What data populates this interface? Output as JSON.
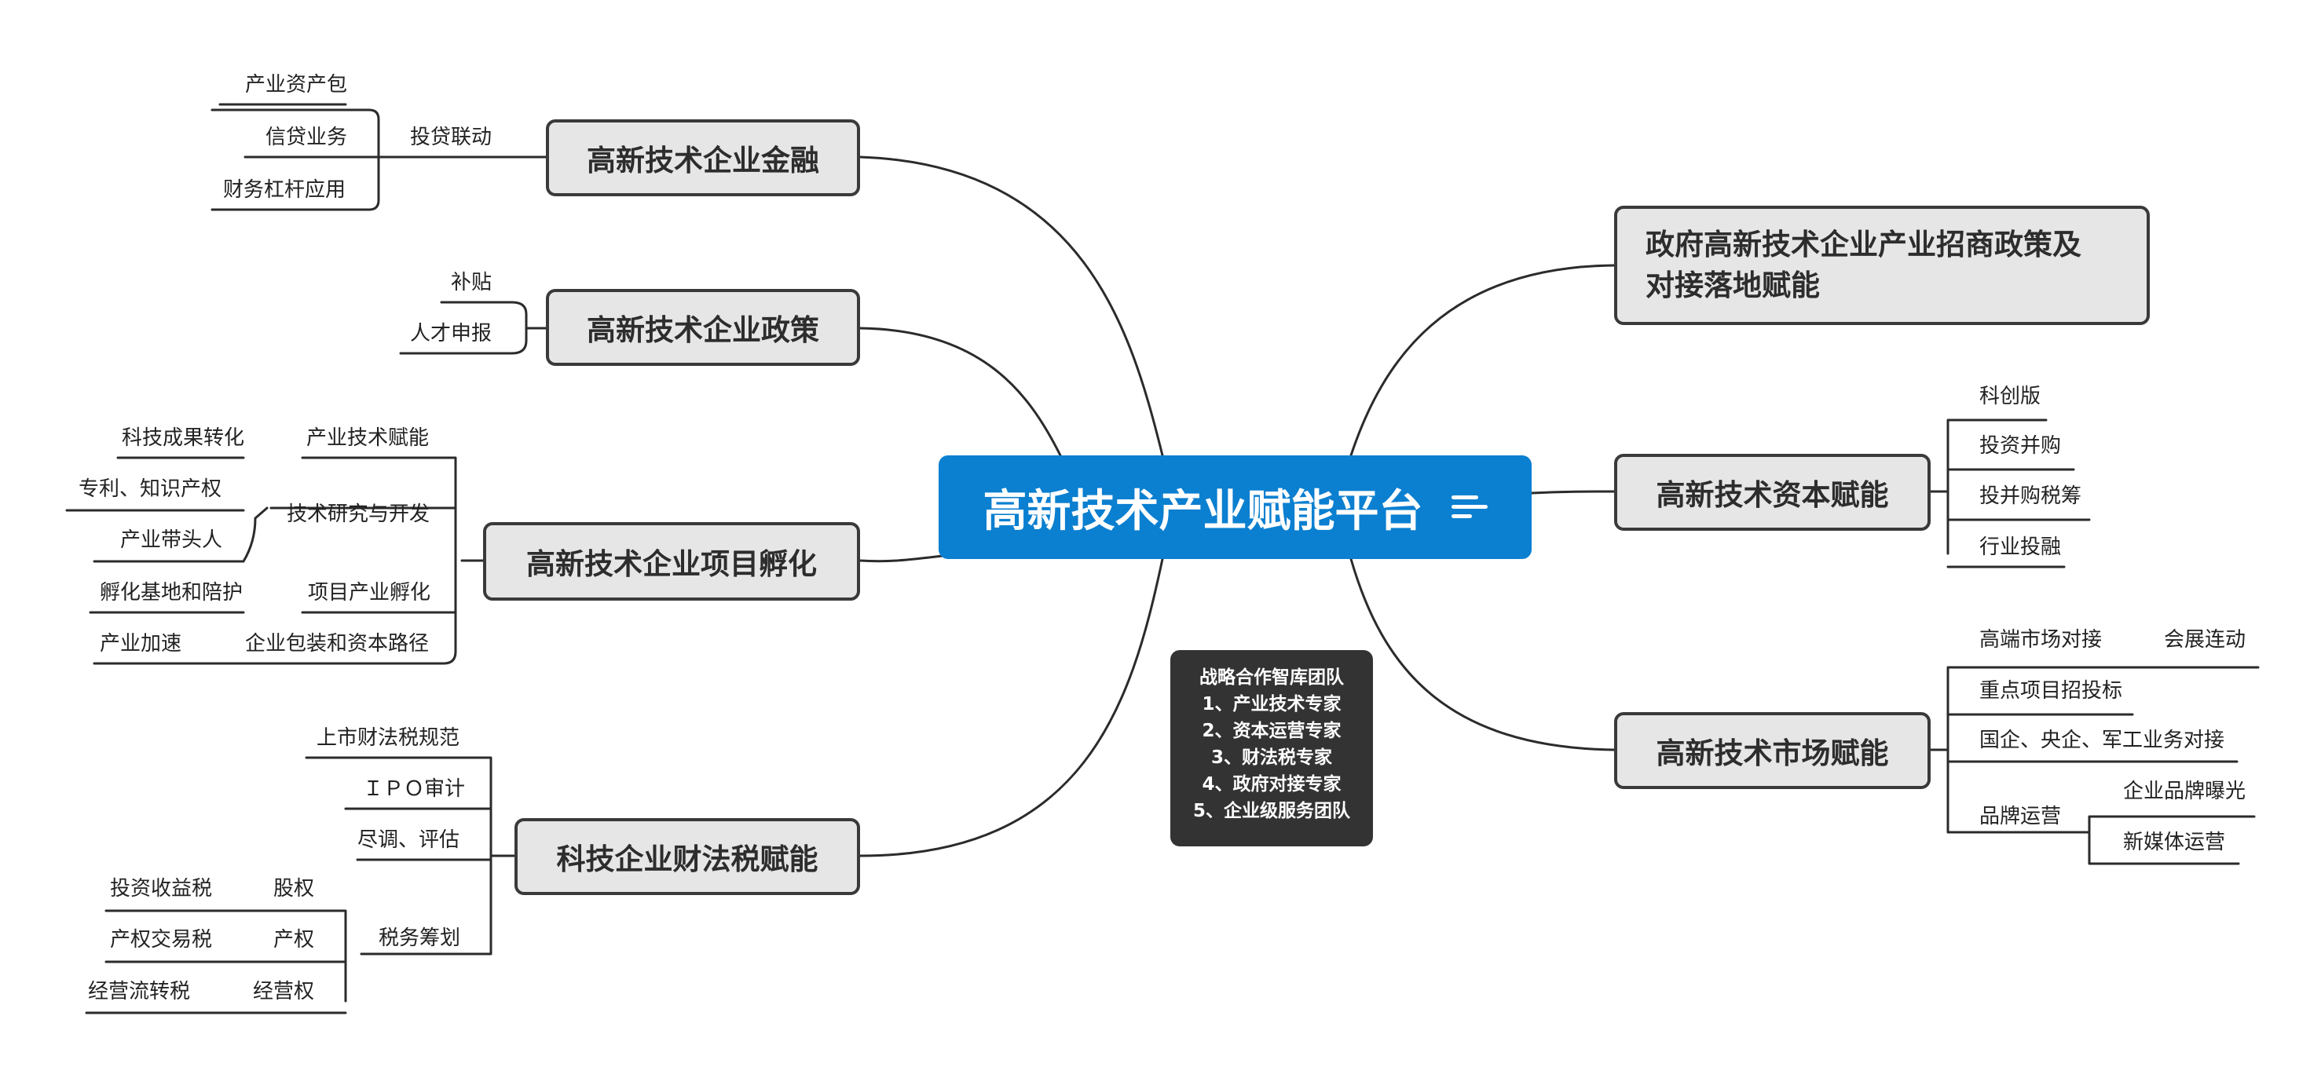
{
  "root": {
    "label": "高新技术产业赋能平台",
    "icon": "lines-menu-icon"
  },
  "branches": {
    "finance": {
      "label": "高新技术企业金融",
      "sub": "投贷联动",
      "items": [
        "产业资产包",
        "信贷业务",
        "财务杠杆应用"
      ]
    },
    "policy": {
      "label": "高新技术企业政策",
      "items": [
        "补贴",
        "人才申报"
      ]
    },
    "incubation": {
      "label": "高新技术企业项目孵化",
      "subs": [
        "产业技术赋能",
        "技术研究与开发",
        "项目产业孵化",
        "企业包装和资本路径"
      ],
      "items": [
        "科技成果转化",
        "专利、知识产权",
        "产业带头人",
        "孵化基地和陪护",
        "产业加速"
      ]
    },
    "tax": {
      "label": "科技企业财法税赋能",
      "subs": [
        "上市财法税规范",
        "ＩＰＯ审计",
        "尽调、评估",
        "税务筹划"
      ],
      "tax_subs": [
        "股权",
        "产权",
        "经营权"
      ],
      "tax_items": [
        "投资收益税",
        "产权交易税",
        "经营流转税"
      ]
    },
    "gov": {
      "label_lines": [
        "政府高新技术企业产业招商政策及",
        "对接落地赋能"
      ]
    },
    "capital": {
      "label": "高新技术资本赋能",
      "items": [
        "科创版",
        "投资并购",
        "投并购税筹",
        "行业投融"
      ]
    },
    "market": {
      "label": "高新技术市场赋能",
      "items": [
        "高端市场对接",
        "重点项目招投标",
        "国企、央企、军工业务对接",
        "品牌运营"
      ],
      "sub_high": "会展连动",
      "brand_items": [
        "企业品牌曝光",
        "新媒体运营"
      ]
    }
  },
  "note": {
    "lines": [
      "战略合作智库团队",
      "1、产业技术专家",
      "2、资本运营专家",
      "3、财法税专家",
      "4、政府对接专家",
      "5、企业级服务团队"
    ]
  }
}
